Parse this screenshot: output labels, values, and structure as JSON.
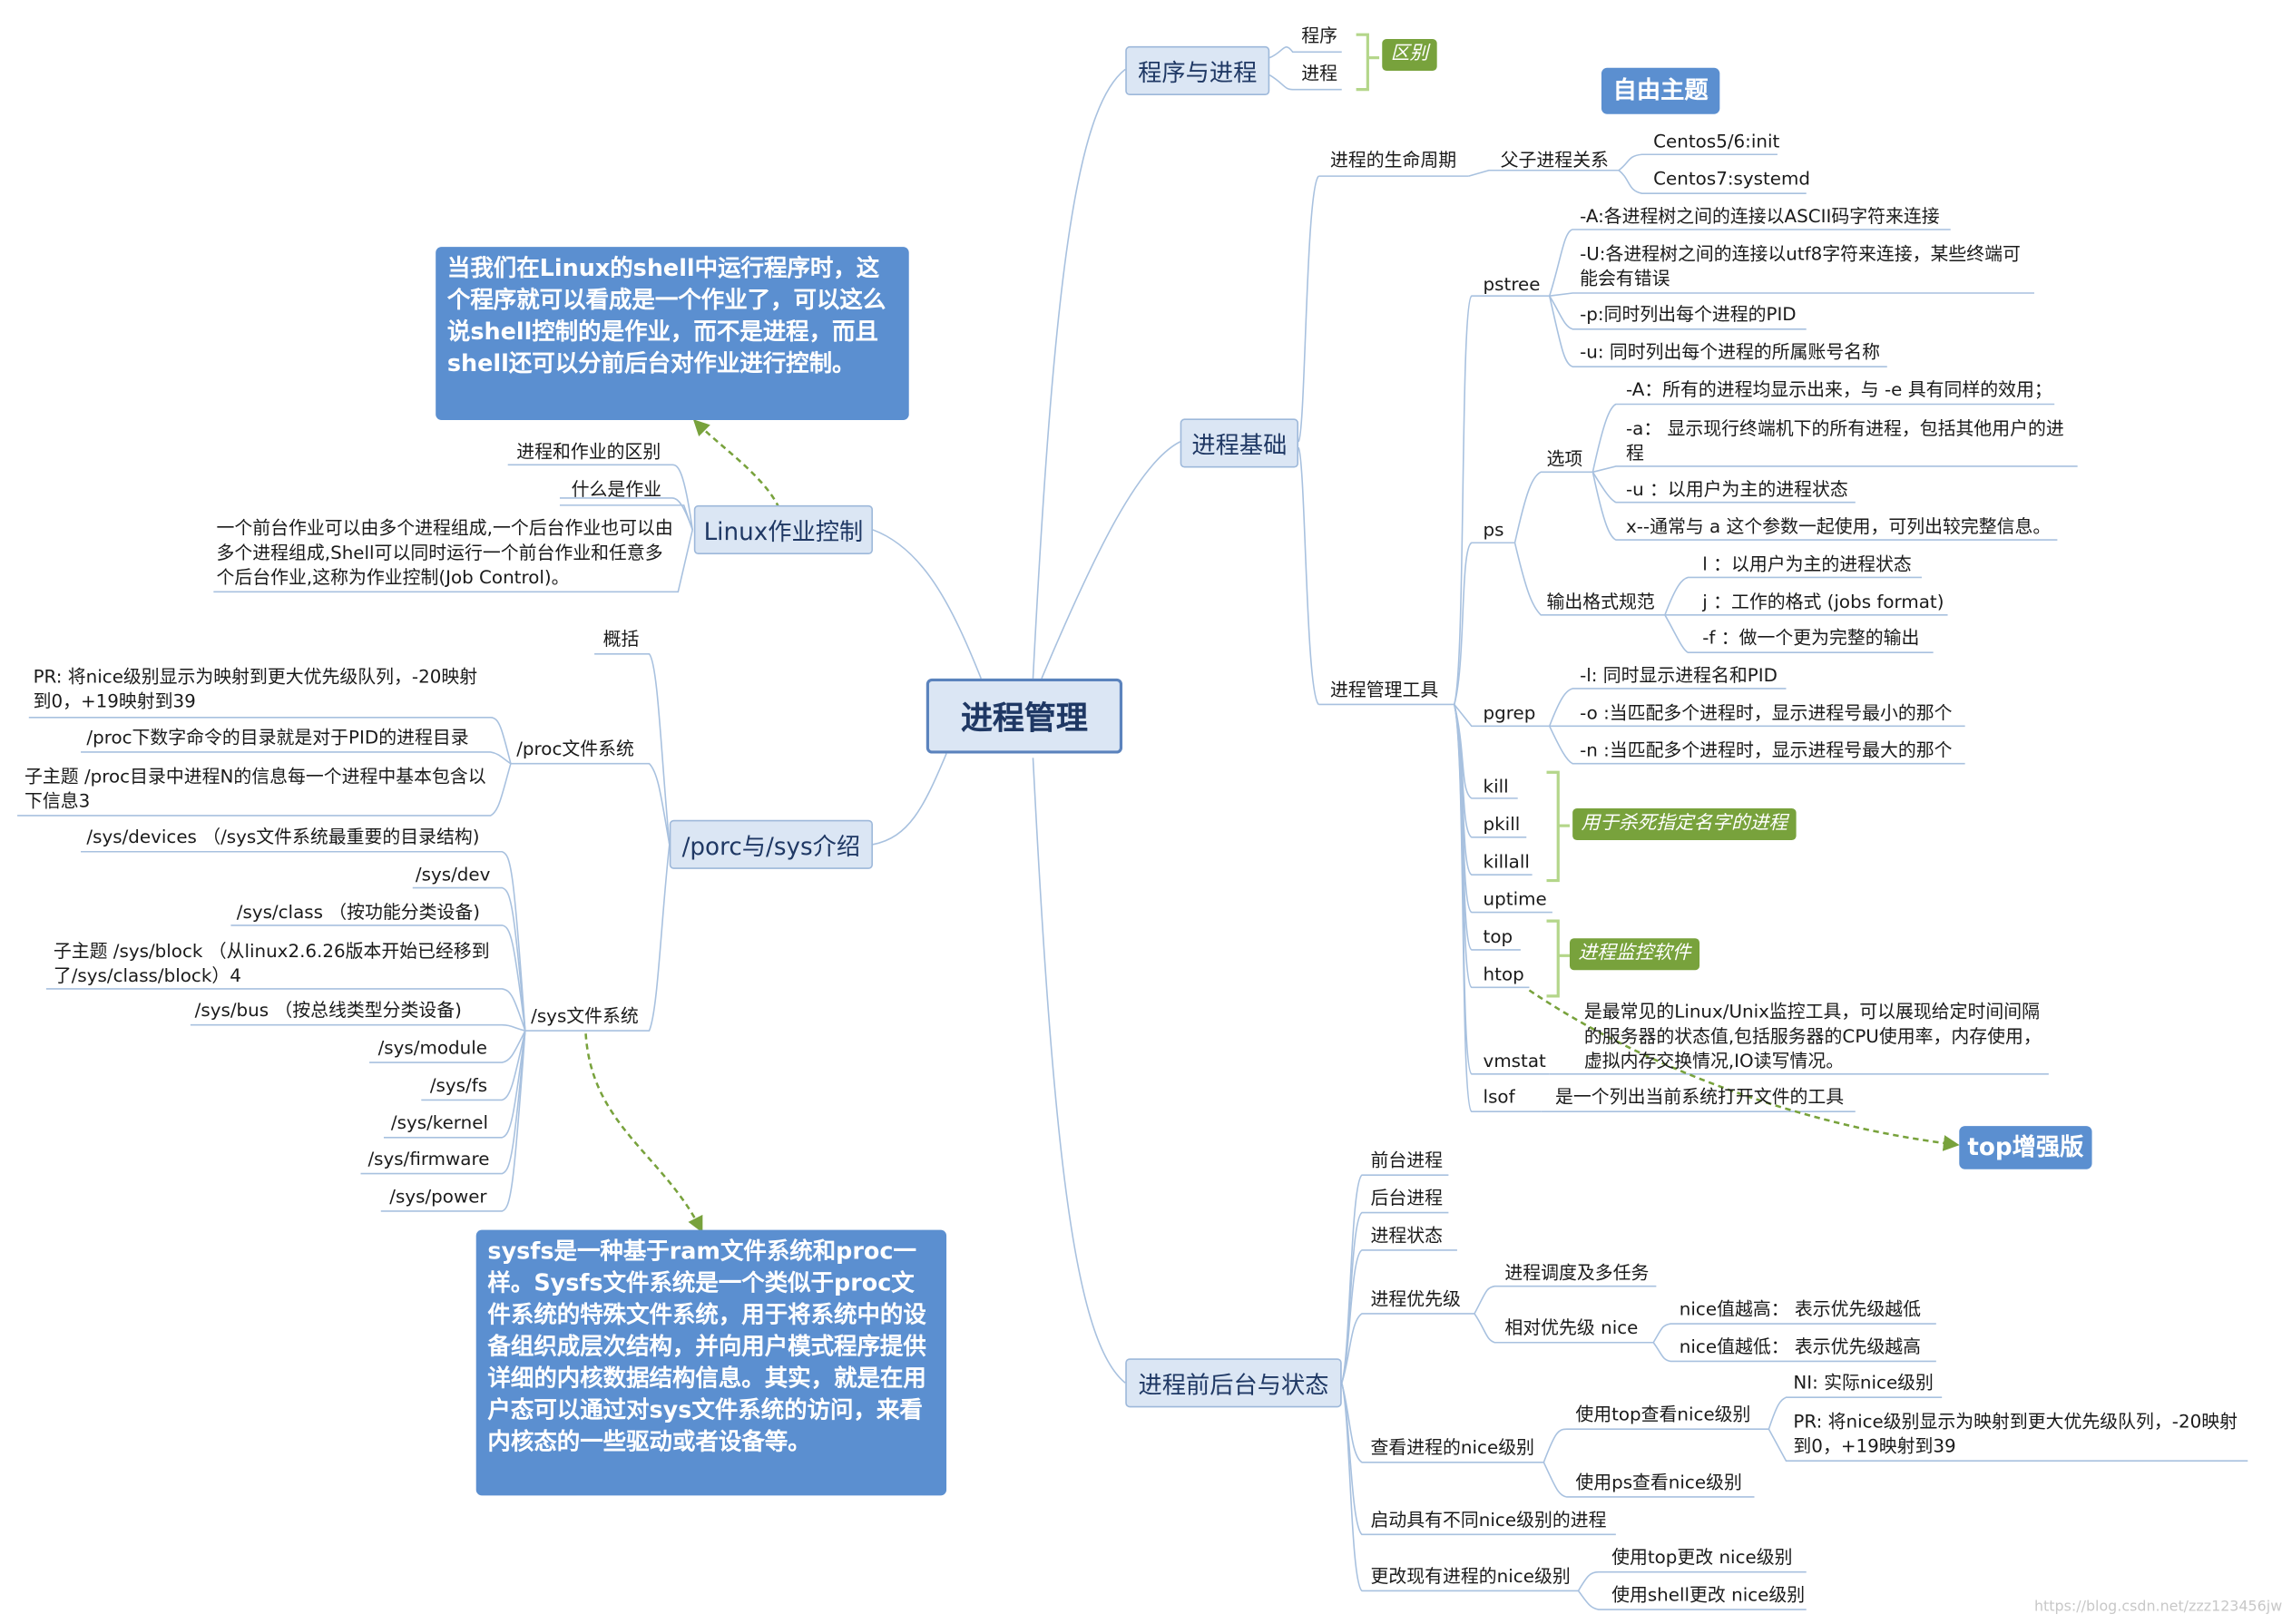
{
  "root": "进程管理",
  "watermark": "https://blog.csdn.net/zzz123456jw",
  "branches": {
    "prog_proc": {
      "label": "程序与进程",
      "children": [
        "程序",
        "进程"
      ],
      "tag": "区别"
    },
    "free_topic": "自由主题",
    "basics": {
      "label": "进程基础",
      "lifecycle": {
        "label": "进程的生命周期",
        "child": "父子进程关系",
        "items": [
          "Centos5/6:init",
          "Centos7:systemd"
        ]
      },
      "tools": {
        "label": "进程管理工具",
        "pstree": {
          "label": "pstree",
          "items": [
            "-A:各进程树之间的连接以ASCII码字符来连接",
            "-U:各进程树之间的连接以utf8字符来连接，某些终端可能会有错误",
            "-p:同时列出每个进程的PID",
            "-u: 同时列出每个进程的所属账号名称"
          ]
        },
        "ps": {
          "label": "ps",
          "options": {
            "label": "选项",
            "items": [
              "-A：所有的进程均显示出来，与 -e 具有同样的效用；",
              "-a： 显示现行终端机下的所有进程，包括其他用户的进程",
              "-u ：以用户为主的进程状态",
              "x--通常与 a 这个参数一起使用，可列出较完整信息。"
            ]
          },
          "format": {
            "label": "输出格式规范",
            "items": [
              "l ：以用户为主的进程状态",
              "j ：工作的格式 (jobs format)",
              "-f ：做一个更为完整的输出"
            ]
          }
        },
        "pgrep": {
          "label": "pgrep",
          "items": [
            "-l: 同时显示进程名和PID",
            "-o :当匹配多个进程时，显示进程号最小的那个",
            "-n :当匹配多个进程时，显示进程号最大的那个"
          ]
        },
        "kill_group": [
          "kill",
          "pkill",
          "killall"
        ],
        "kill_tag": "用于杀死指定名字的进程",
        "uptime": "uptime",
        "monitor_group": [
          "top",
          "htop"
        ],
        "monitor_tag": "进程监控软件",
        "vmstat": {
          "label": "vmstat",
          "desc": "是最常见的Linux/Unix监控工具，可以展现给定时间间隔的服务器的状态值,包括服务器的CPU使用率，内存使用，虚拟内存交换情况,IO读写情况。"
        },
        "lsof": {
          "label": "lsof",
          "desc": "是一个列出当前系统打开文件的工具"
        }
      },
      "top_plus": "top增强版"
    },
    "jobs": {
      "label": "Linux作业控制",
      "callout": "当我们在Linux的shell中运行程序时，这个程序就可以看成是一个作业了，可以这么说shell控制的是作业，而不是进程，而且shell还可以分前后台对作业进行控制。",
      "items": [
        "进程和作业的区别",
        "什么是作业",
        "一个前台作业可以由多个进程组成,一个后台作业也可以由多个进程组成,Shell可以同时运行一个前台作业和任意多个后台作业,这称为作业控制(Job Control)。"
      ]
    },
    "procsys": {
      "label": "/porc与/sys介绍",
      "overview": "概括",
      "proc": {
        "label": "/proc文件系统",
        "items": [
          "PR: 将nice级别显示为映射到更大优先级队列，-20映射到0，+19映射到39",
          "/proc下数字命令的目录就是对于PID的进程目录",
          "子主题 /proc目录中进程N的信息每一个进程中基本包含以下信息3"
        ]
      },
      "sys": {
        "label": "/sys文件系统",
        "items": [
          "/sys/devices （/sys文件系统最重要的目录结构)",
          "/sys/dev",
          "/sys/class （按功能分类设备)",
          "子主题 /sys/block （从linux2.6.26版本开始已经移到了/sys/class/block）4",
          "/sys/bus （按总线类型分类设备)",
          "/sys/module",
          "/sys/fs",
          "/sys/kernel",
          "/sys/firmware",
          "/sys/power"
        ]
      },
      "callout": "sysfs是一种基于ram文件系统和proc一样。Sysfs文件系统是一个类似于proc文件系统的特殊文件系统，用于将系统中的设备组织成层次结构，并向用户模式程序提供详细的内核数据结构信息。其实，就是在用户态可以通过对sys文件系统的访问，来看内核态的一些驱动或者设备等。"
    },
    "fgbg": {
      "label": "进程前后台与状态",
      "items": [
        "前台进程",
        "后台进程",
        "进程状态"
      ],
      "priority": {
        "label": "进程优先级",
        "sched": "进程调度及多任务",
        "rel": {
          "label": "相对优先级 nice",
          "items": [
            "nice值越高： 表示优先级越低",
            "nice值越低： 表示优先级越高"
          ]
        }
      },
      "view": {
        "label": "查看进程的nice级别",
        "top": {
          "label": "使用top查看nice级别",
          "items": [
            "NI: 实际nice级别",
            "PR: 将nice级别显示为映射到更大优先级队列，-20映射到0，+19映射到39"
          ]
        },
        "ps": "使用ps查看nice级别"
      },
      "start": "启动具有不同nice级别的进程",
      "change": {
        "label": "更改现有进程的nice级别",
        "items": [
          "使用top更改 nice级别",
          "使用shell更改 nice级别"
        ]
      }
    }
  }
}
